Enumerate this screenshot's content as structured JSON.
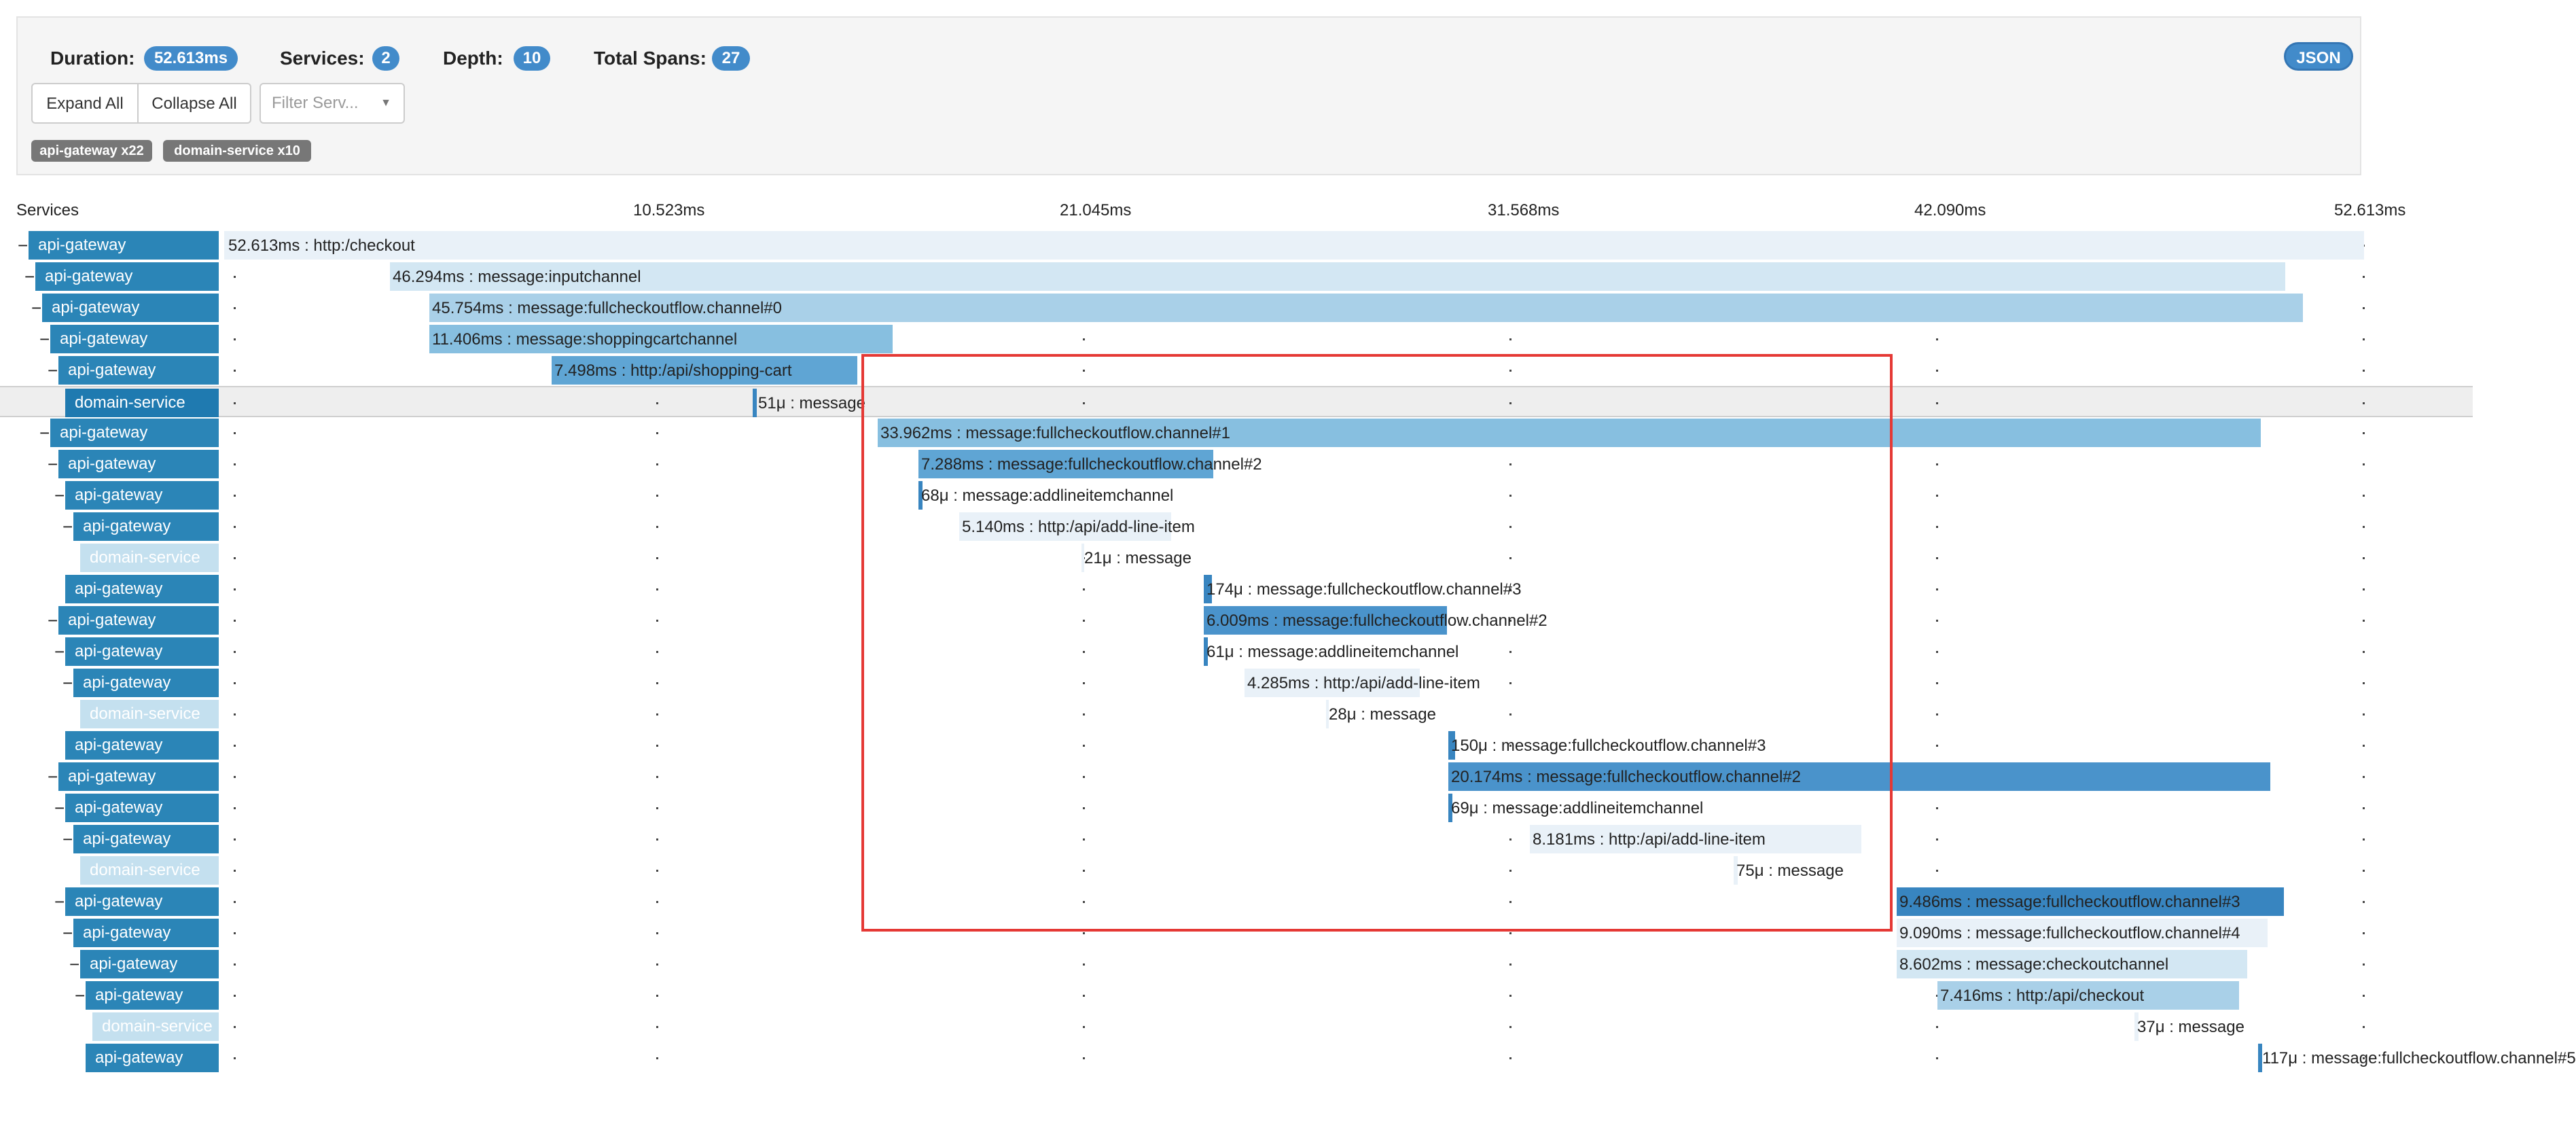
{
  "summary": {
    "duration_label": "Duration:",
    "duration_value": "52.613ms",
    "services_label": "Services:",
    "services_value": "2",
    "depth_label": "Depth:",
    "depth_value": "10",
    "total_spans_label": "Total Spans:",
    "total_spans_value": "27",
    "json_label": "JSON"
  },
  "controls": {
    "expand_all": "Expand All",
    "collapse_all": "Collapse All",
    "filter_placeholder": "Filter Serv..."
  },
  "service_tags": [
    "api-gateway x22",
    "domain-service x10"
  ],
  "timeline": {
    "services_header": "Services",
    "ticks": [
      "10.523ms",
      "21.045ms",
      "31.568ms",
      "42.090ms",
      "52.613ms"
    ]
  },
  "colors": {
    "accent": "#428bca",
    "gateway": "#2b85b7",
    "highlight": "#e53935"
  },
  "spans": [
    {
      "toggle": "−",
      "service": "api-gateway",
      "label": "52.613ms : http:/checkout",
      "depth": 0,
      "shade": 1
    },
    {
      "toggle": "−",
      "service": "api-gateway",
      "label": "46.294ms : message:inputchannel",
      "depth": 1,
      "shade": 2
    },
    {
      "toggle": "−",
      "service": "api-gateway",
      "label": "45.754ms : message:fullcheckoutflow.channel#0",
      "depth": 2,
      "shade": 3
    },
    {
      "toggle": "−",
      "service": "api-gateway",
      "label": "11.406ms : message:shoppingcartchannel",
      "depth": 3,
      "shade": 4
    },
    {
      "toggle": "−",
      "service": "api-gateway",
      "label": "7.498ms : http:/api/shopping-cart",
      "depth": 4,
      "shade": 5
    },
    {
      "toggle": "",
      "service": "domain-service",
      "label": "51μ : message",
      "depth": 5,
      "shade": 7,
      "selected": true
    },
    {
      "toggle": "−",
      "service": "api-gateway",
      "label": "33.962ms : message:fullcheckoutflow.channel#1",
      "depth": 3,
      "shade": 4
    },
    {
      "toggle": "−",
      "service": "api-gateway",
      "label": "7.288ms : message:fullcheckoutflow.channel#2",
      "depth": 4,
      "shade": 5
    },
    {
      "toggle": "−",
      "service": "api-gateway",
      "label": "68μ : message:addlineitemchannel",
      "depth": 5,
      "shade": 7
    },
    {
      "toggle": "−",
      "service": "api-gateway",
      "label": "5.140ms : http:/api/add-line-item",
      "depth": 6,
      "shade": 1
    },
    {
      "toggle": "",
      "service": "domain-service",
      "label": "21μ : message",
      "depth": 7,
      "shade": 1,
      "light": true
    },
    {
      "toggle": "",
      "service": "api-gateway",
      "label": "174μ : message:fullcheckoutflow.channel#3",
      "depth": 5,
      "shade": 7
    },
    {
      "toggle": "−",
      "service": "api-gateway",
      "label": "6.009ms : message:fullcheckoutflow.channel#2",
      "depth": 4,
      "shade": 6
    },
    {
      "toggle": "−",
      "service": "api-gateway",
      "label": "61μ : message:addlineitemchannel",
      "depth": 5,
      "shade": 7
    },
    {
      "toggle": "−",
      "service": "api-gateway",
      "label": "4.285ms : http:/api/add-line-item",
      "depth": 6,
      "shade": 1
    },
    {
      "toggle": "",
      "service": "domain-service",
      "label": "28μ : message",
      "depth": 7,
      "shade": 1,
      "light": true
    },
    {
      "toggle": "",
      "service": "api-gateway",
      "label": "150μ : message:fullcheckoutflow.channel#3",
      "depth": 5,
      "shade": 7
    },
    {
      "toggle": "−",
      "service": "api-gateway",
      "label": "20.174ms : message:fullcheckoutflow.channel#2",
      "depth": 4,
      "shade": 6
    },
    {
      "toggle": "−",
      "service": "api-gateway",
      "label": "69μ : message:addlineitemchannel",
      "depth": 5,
      "shade": 7
    },
    {
      "toggle": "−",
      "service": "api-gateway",
      "label": "8.181ms : http:/api/add-line-item",
      "depth": 6,
      "shade": 1
    },
    {
      "toggle": "",
      "service": "domain-service",
      "label": "75μ : message",
      "depth": 7,
      "shade": 1,
      "light": true
    },
    {
      "toggle": "−",
      "service": "api-gateway",
      "label": "9.486ms : message:fullcheckoutflow.channel#3",
      "depth": 5,
      "shade": 7
    },
    {
      "toggle": "−",
      "service": "api-gateway",
      "label": "9.090ms : message:fullcheckoutflow.channel#4",
      "depth": 6,
      "shade": 1
    },
    {
      "toggle": "−",
      "service": "api-gateway",
      "label": "8.602ms : message:checkoutchannel",
      "depth": 7,
      "shade": 2
    },
    {
      "toggle": "−",
      "service": "api-gateway",
      "label": "7.416ms : http:/api/checkout",
      "depth": 8,
      "shade": 3
    },
    {
      "toggle": "",
      "service": "domain-service",
      "label": "37μ : message",
      "depth": 9,
      "shade": 1,
      "light": true
    },
    {
      "toggle": "",
      "service": "api-gateway",
      "label": "117μ : message:fullcheckoutflow.channel#5",
      "depth": 8,
      "shade": 7
    }
  ]
}
